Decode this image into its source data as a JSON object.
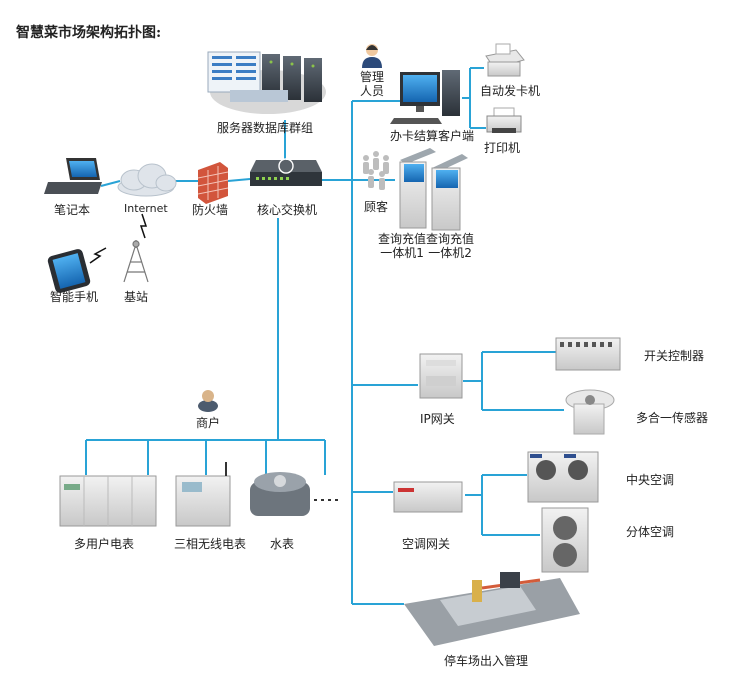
{
  "title": "智慧菜市场架构拓扑图:",
  "labels": {
    "server_cluster": "服务器数据库群组",
    "core_switch": "核心交换机",
    "firewall": "防火墙",
    "internet": "Internet",
    "laptop": "笔记本",
    "smartphone": "智能手机",
    "base_station": "基站",
    "admin": "管理\n人员",
    "card_client": "办卡结算客户端",
    "card_issuer": "自动发卡机",
    "printer": "打印机",
    "customer": "顾客",
    "kiosk1": "查询充值\n一体机1",
    "kiosk2": "查询充值\n一体机2",
    "ip_gateway": "IP网关",
    "switch_controller": "开关控制器",
    "multi_sensor": "多合一传感器",
    "merchant": "商户",
    "multi_meter": "多用户电表",
    "wireless_meter": "三相无线电表",
    "water_meter": "水表",
    "ac_gateway": "空调网关",
    "central_ac": "中央空调",
    "split_ac": "分体空调",
    "parking": "停车场出入管理"
  },
  "colors": {
    "link": "#29a3d6",
    "firewall": "#d2553c"
  }
}
